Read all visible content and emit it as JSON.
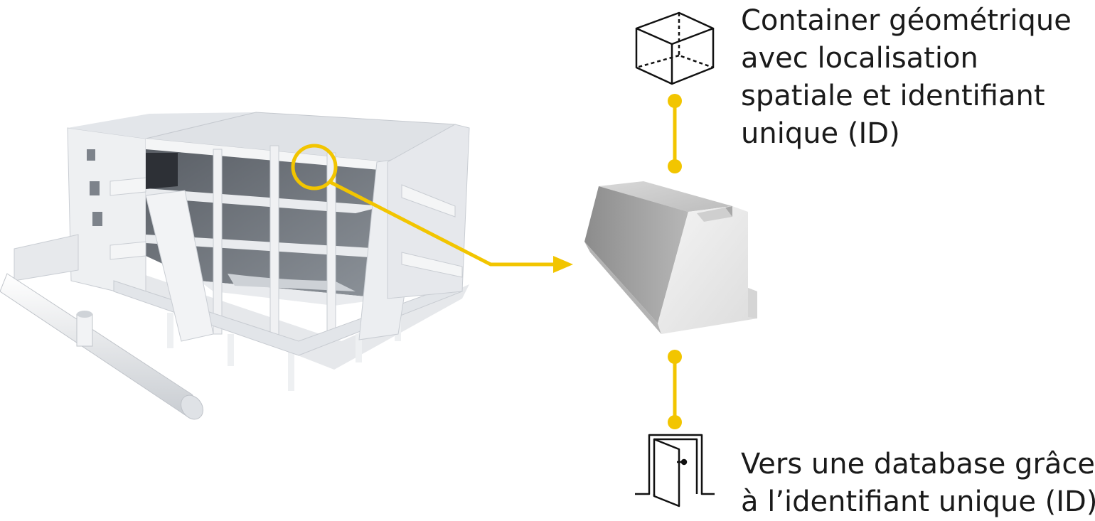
{
  "colors": {
    "accent": "#f2c500",
    "stroke": "#111111",
    "model_light": "#eef0f2",
    "model_mid": "#cfd3d8",
    "model_dark": "#3c4048"
  },
  "icons": {
    "top": "cube-wireframe-icon",
    "bottom": "door-icon"
  },
  "captions": {
    "top": {
      "line1": "Container géométrique",
      "line2": "avec localisation",
      "line3": "spatiale et identifiant",
      "line4": "unique (ID)"
    },
    "bottom": {
      "line1": "Vers une database grâce",
      "line2": "à l’identifiant unique (ID)"
    }
  }
}
